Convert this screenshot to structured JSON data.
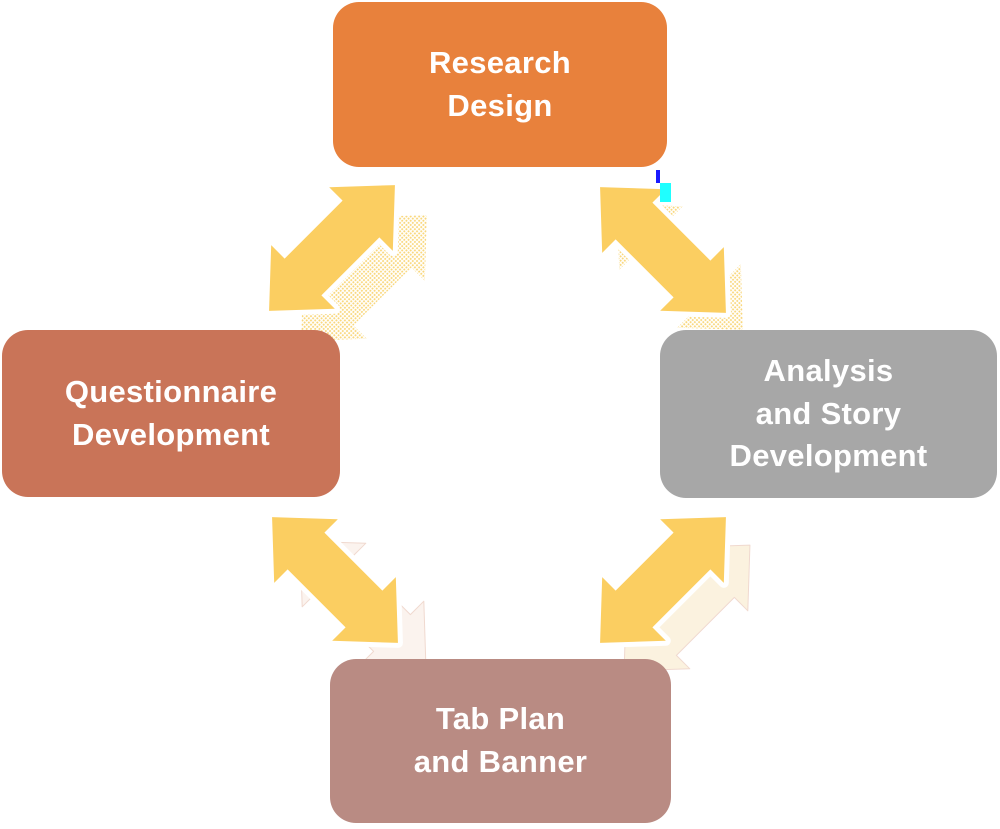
{
  "diagram": {
    "type": "cycle",
    "background_color": "#FFFFFF",
    "boxes": {
      "top": {
        "id": "research-design",
        "label": "Research Design",
        "lines": [
          "Research",
          "Design"
        ],
        "color": "#E8813C",
        "text_color": "#FFFFFF"
      },
      "left": {
        "id": "questionnaire-development",
        "label": "Questionnaire Development",
        "lines": [
          "Questionnaire",
          "Development"
        ],
        "color": "#C97458",
        "text_color": "#FFFFFF"
      },
      "right": {
        "id": "analysis-and-story-development",
        "label": "Analysis and Story Development",
        "lines": [
          "Analysis",
          "and Story",
          "Development"
        ],
        "color": "#A7A7A7",
        "text_color": "#FFFFFF"
      },
      "bottom": {
        "id": "tab-plan-and-banner",
        "label": "Tab Plan and Banner",
        "lines": [
          "Tab Plan",
          "and Banner"
        ],
        "color": "#B98B83",
        "text_color": "#FFFFFF"
      }
    },
    "arrows": {
      "style": "double-headed",
      "color": "#FBCE61",
      "outline_color": "#FFFFFF",
      "halftone_dot_color": "#F9D678",
      "soft_shadow_fill": "#FBF2DF",
      "soft_shadow_fill_faint": "#FBF3EE",
      "soft_shadow_stroke": "#F0D9CF",
      "connections": [
        {
          "from": "research-design",
          "to": "questionnaire-development",
          "bidirectional": true
        },
        {
          "from": "research-design",
          "to": "analysis-and-story-development",
          "bidirectional": true
        },
        {
          "from": "questionnaire-development",
          "to": "tab-plan-and-banner",
          "bidirectional": true
        },
        {
          "from": "tab-plan-and-banner",
          "to": "analysis-and-story-development",
          "bidirectional": true
        }
      ]
    },
    "artifacts": {
      "blue_glitch_color": "#1A1AFF",
      "cyan_glitch_color": "#1FFFFF"
    }
  }
}
